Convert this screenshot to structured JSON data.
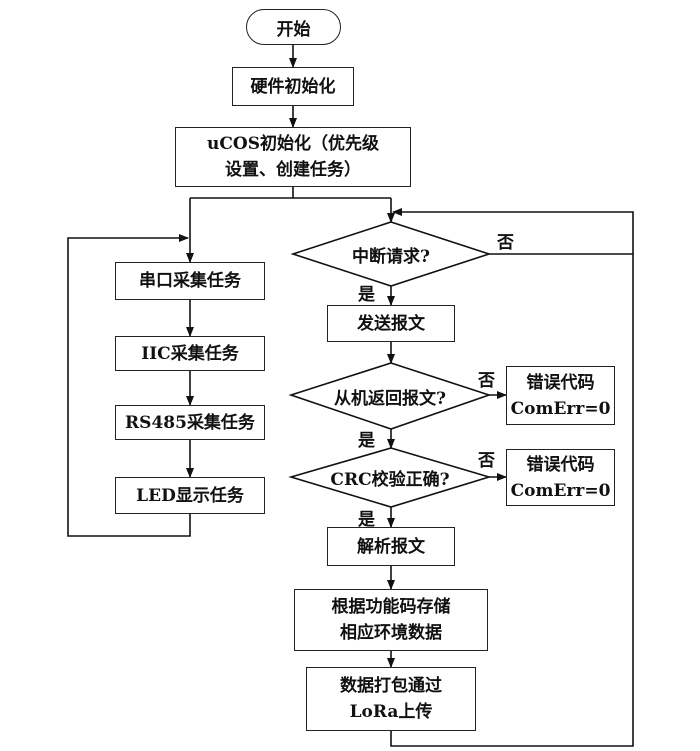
{
  "start": "开始",
  "hw_init": "硬件初始化",
  "ucos_init": [
    "uCOS初始化（优先级",
    "设置、创建任务）"
  ],
  "tasks": {
    "serial": "串口采集任务",
    "iic": "IIC采集任务",
    "rs485": "RS485采集任务",
    "led": "LED显示任务"
  },
  "decisions": {
    "interrupt": "中断请求?",
    "slave_reply": "从机返回报文?",
    "crc": "CRC校验正确?"
  },
  "process": {
    "send": "发送报文",
    "parse": "解析报文",
    "store": [
      "根据功能码存储",
      "相应环境数据"
    ],
    "upload": [
      "数据打包通过",
      "LoRa上传"
    ]
  },
  "errors": {
    "reply_error": [
      "错误代码",
      "ComErr=0"
    ],
    "crc_error": [
      "错误代码",
      "ComErr=0"
    ]
  },
  "labels": {
    "no_interrupt": "否",
    "yes_interrupt": "是",
    "no_reply": "否",
    "yes_reply": "是",
    "no_crc": "否",
    "yes_crc": "是"
  }
}
